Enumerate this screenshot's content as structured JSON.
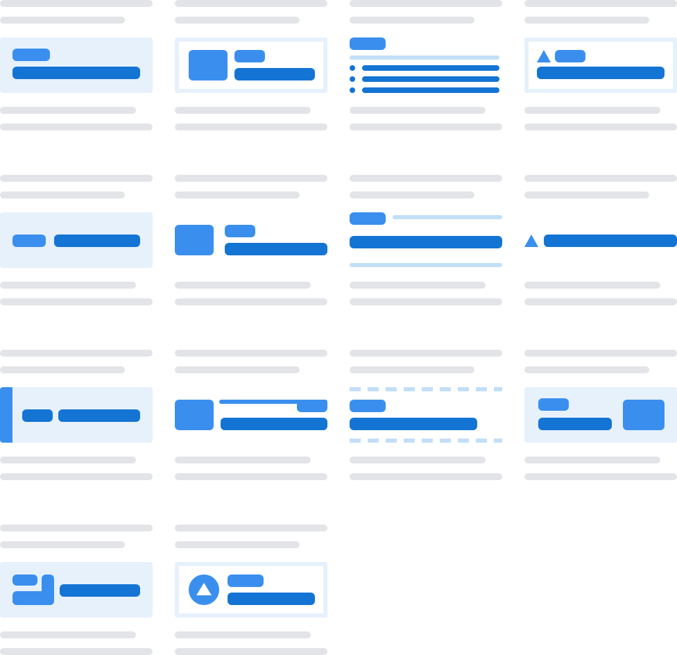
{
  "layout_gallery": {
    "placeholder_colors": {
      "skeleton_text": "#e3e4e8",
      "panel_background": "#e6f1fc",
      "accent_light": "#c3dff7",
      "accent_medium": "#3a8fee",
      "accent_dark": "#1474d4"
    },
    "tiles": [
      {
        "name": "highlight-panel"
      },
      {
        "name": "framed-thumbnail-card"
      },
      {
        "name": "bulleted-list"
      },
      {
        "name": "framed-warning-card"
      },
      {
        "name": "inline-label-panel"
      },
      {
        "name": "thumbnail-media-object"
      },
      {
        "name": "ruled-quote"
      },
      {
        "name": "inline-warning"
      },
      {
        "name": "left-border-panel"
      },
      {
        "name": "thumbnail-with-overline"
      },
      {
        "name": "dashed-divider-block"
      },
      {
        "name": "panel-with-trailing-thumbnail"
      },
      {
        "name": "stacked-blocks-panel"
      },
      {
        "name": "framed-circle-warning-card"
      }
    ],
    "empty_slots": 2
  }
}
